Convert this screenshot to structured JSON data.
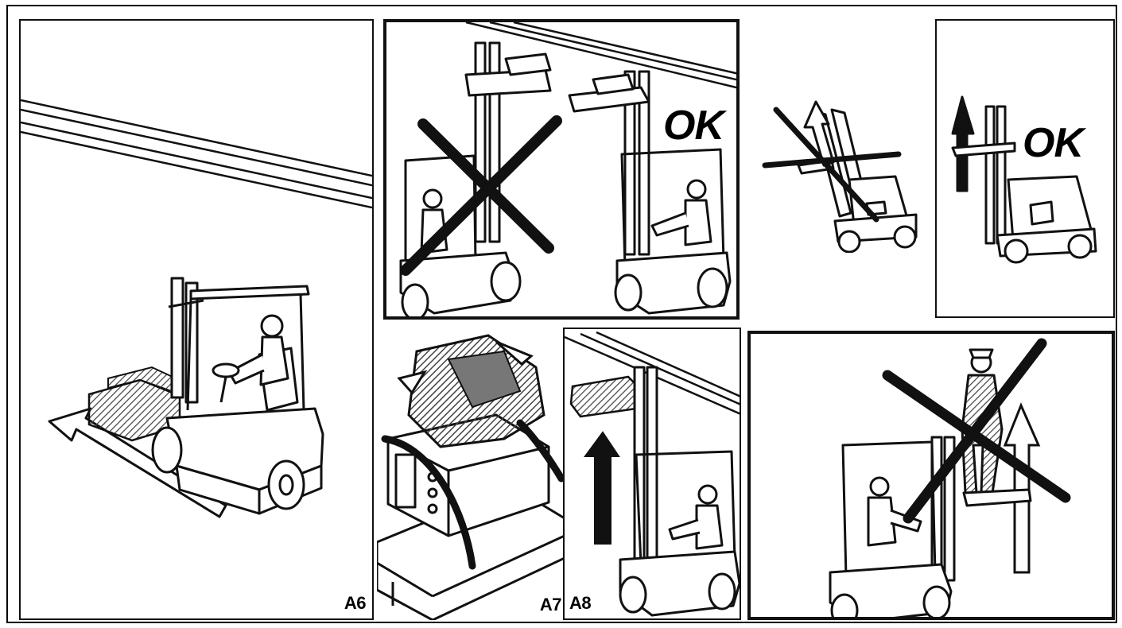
{
  "figure_labels": {
    "a6": "A6",
    "a7": "A7",
    "a8": "A8"
  },
  "ok_marks": {
    "top_middle": "OK",
    "top_right": "OK"
  },
  "colors": {
    "ink": "#111111",
    "paper": "#ffffff",
    "hatch": "#555555"
  }
}
